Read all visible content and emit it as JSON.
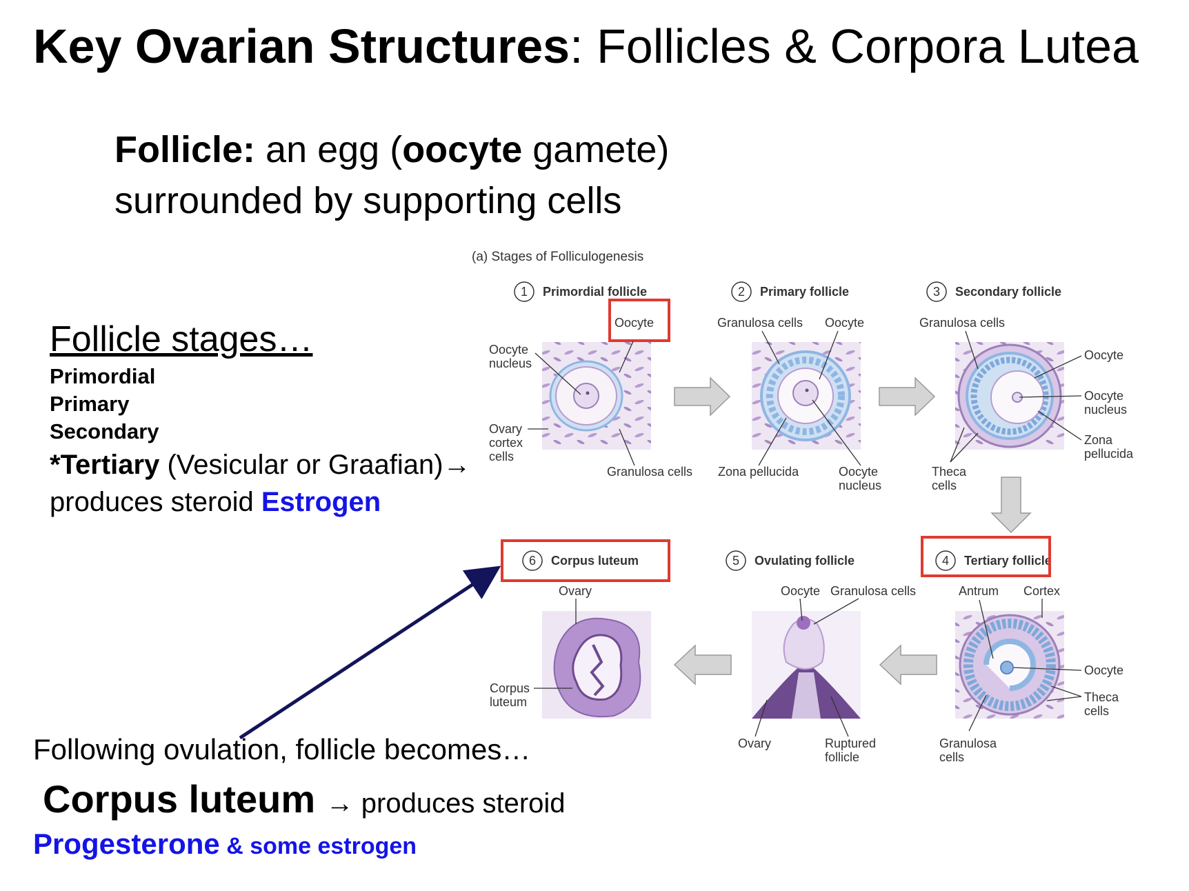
{
  "title": {
    "bold": "Key Ovarian Structures",
    "rest": ": Follicles & Corpora Lutea"
  },
  "definition": {
    "term": "Follicle:",
    "part1": " an egg (",
    "bold_word": "oocyte",
    "part2": " gamete)",
    "line2": "surrounded by supporting cells"
  },
  "stages": {
    "heading": "Follicle stages…",
    "items": [
      "Primordial",
      "Primary",
      "Secondary"
    ],
    "tertiary_bold": "*Tertiary",
    "tertiary_rest": " (Vesicular or Graafian)",
    "arrow": "→",
    "produces": "produces steroid ",
    "hormone": "Estrogen"
  },
  "bottom": {
    "following": "Following ovulation, follicle becomes…",
    "corpus": "Corpus luteum",
    "arrow": "→",
    "produces": " produces steroid",
    "progesterone": "Progesterone",
    "some_estrogen": " & some estrogen"
  },
  "figure": {
    "caption": "(a) Stages of Folliculogenesis",
    "stages": [
      {
        "num": "1",
        "name": "Primordial follicle",
        "labels": [
          "Oocyte",
          "Oocyte",
          "nucleus",
          "Ovary",
          "cortex",
          "cells",
          "Granulosa cells"
        ]
      },
      {
        "num": "2",
        "name": "Primary follicle",
        "labels": [
          "Granulosa cells",
          "Oocyte",
          "Zona pellucida",
          "Oocyte",
          "nucleus"
        ]
      },
      {
        "num": "3",
        "name": "Secondary follicle",
        "labels": [
          "Granulosa cells",
          "Oocyte",
          "Oocyte",
          "nucleus",
          "Zona",
          "pellucida",
          "Theca",
          "cells"
        ]
      },
      {
        "num": "4",
        "name": "Tertiary follicle",
        "labels": [
          "Antrum",
          "Cortex",
          "Oocyte",
          "Theca",
          "cells",
          "Granulosa",
          "cells"
        ]
      },
      {
        "num": "5",
        "name": "Ovulating follicle",
        "labels": [
          "Oocyte",
          "Granulosa cells",
          "Ovary",
          "Ruptured",
          "follicle"
        ]
      },
      {
        "num": "6",
        "name": "Corpus luteum",
        "labels": [
          "Ovary",
          "Corpus",
          "luteum"
        ]
      }
    ]
  },
  "colors": {
    "highlight_box": "#e03a2f",
    "blue_text": "#1414e6",
    "navy_arrow": "#14145a",
    "cell_purple": "#b89bd0",
    "granulosa_blue": "#8fb6e3"
  }
}
